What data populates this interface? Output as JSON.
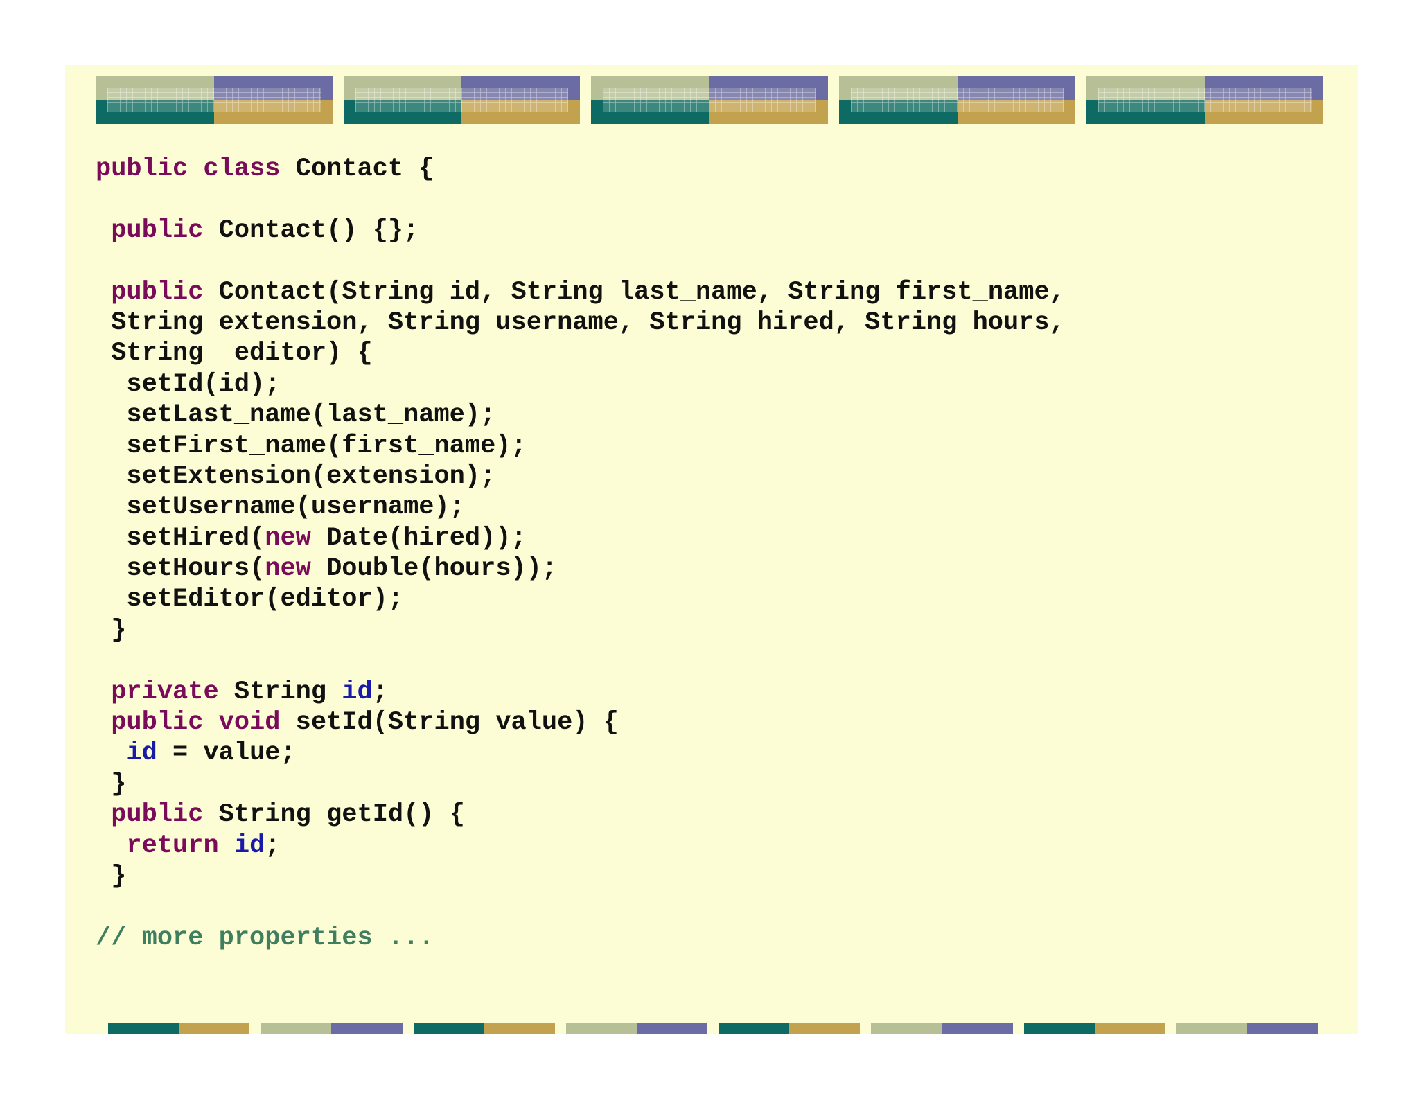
{
  "colors": {
    "background": "#fdfdd5",
    "keyword": "#7a0a5a",
    "field": "#1a1aa8",
    "comment": "#3f7f5f",
    "text": "#111111",
    "teal": "#0e6b63",
    "gold": "#c3a24f",
    "sage": "#b6bf96",
    "slate": "#6b6ca3"
  },
  "code": {
    "lines": [
      [
        {
          "t": "public class",
          "s": "kw"
        },
        {
          "t": " Contact {",
          "s": "plain"
        }
      ],
      [],
      [
        {
          "t": " ",
          "s": "plain"
        },
        {
          "t": "public",
          "s": "kw"
        },
        {
          "t": " Contact() {};",
          "s": "plain"
        }
      ],
      [],
      [
        {
          "t": " ",
          "s": "plain"
        },
        {
          "t": "public",
          "s": "kw"
        },
        {
          "t": " Contact(String id, String last_name, String first_name,",
          "s": "plain"
        }
      ],
      [
        {
          "t": " String extension, String username, String hired, String hours,",
          "s": "plain"
        }
      ],
      [
        {
          "t": " String  editor) {",
          "s": "plain"
        }
      ],
      [
        {
          "t": "  setId(id);",
          "s": "plain"
        }
      ],
      [
        {
          "t": "  setLast_name(last_name);",
          "s": "plain"
        }
      ],
      [
        {
          "t": "  setFirst_name(first_name);",
          "s": "plain"
        }
      ],
      [
        {
          "t": "  setExtension(extension);",
          "s": "plain"
        }
      ],
      [
        {
          "t": "  setUsername(username);",
          "s": "plain"
        }
      ],
      [
        {
          "t": "  setHired(",
          "s": "plain"
        },
        {
          "t": "new",
          "s": "kw"
        },
        {
          "t": " Date(hired));",
          "s": "plain"
        }
      ],
      [
        {
          "t": "  setHours(",
          "s": "plain"
        },
        {
          "t": "new",
          "s": "kw"
        },
        {
          "t": " Double(hours));",
          "s": "plain"
        }
      ],
      [
        {
          "t": "  setEditor(editor);",
          "s": "plain"
        }
      ],
      [
        {
          "t": " }",
          "s": "plain"
        }
      ],
      [],
      [
        {
          "t": " ",
          "s": "plain"
        },
        {
          "t": "private",
          "s": "kw"
        },
        {
          "t": " String ",
          "s": "plain"
        },
        {
          "t": "id",
          "s": "fld"
        },
        {
          "t": ";",
          "s": "plain"
        }
      ],
      [
        {
          "t": " ",
          "s": "plain"
        },
        {
          "t": "public void",
          "s": "kw"
        },
        {
          "t": " setId(String value) {",
          "s": "plain"
        }
      ],
      [
        {
          "t": "  ",
          "s": "plain"
        },
        {
          "t": "id",
          "s": "fld"
        },
        {
          "t": " = value;",
          "s": "plain"
        }
      ],
      [
        {
          "t": " }",
          "s": "plain"
        }
      ],
      [
        {
          "t": " ",
          "s": "plain"
        },
        {
          "t": "public",
          "s": "kw"
        },
        {
          "t": " String getId() {",
          "s": "plain"
        }
      ],
      [
        {
          "t": "  ",
          "s": "plain"
        },
        {
          "t": "return",
          "s": "kw"
        },
        {
          "t": " ",
          "s": "plain"
        },
        {
          "t": "id",
          "s": "fld"
        },
        {
          "t": ";",
          "s": "plain"
        }
      ],
      [
        {
          "t": " }",
          "s": "plain"
        }
      ],
      [],
      [
        {
          "t": "// more properties ...",
          "s": "cmt"
        }
      ]
    ]
  }
}
